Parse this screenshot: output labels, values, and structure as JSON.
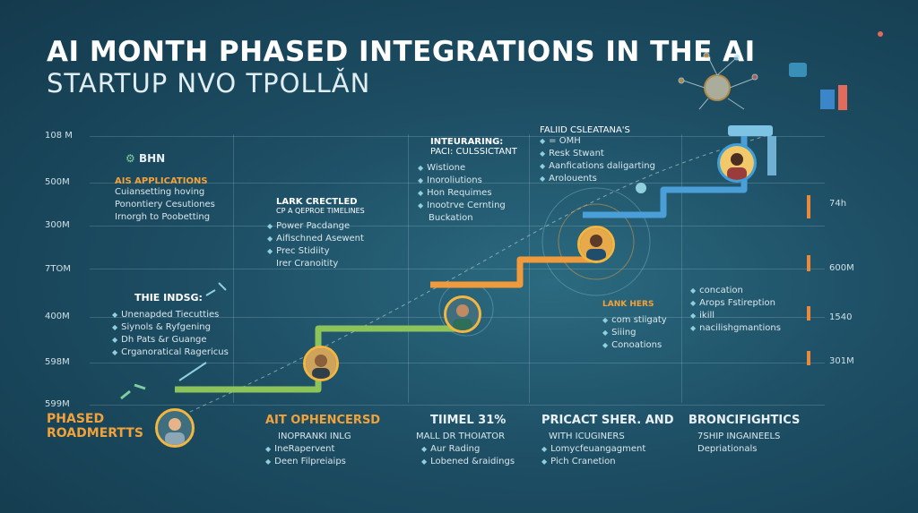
{
  "title": {
    "line1": "AI MONTH PHASED INTEGRATIONS IN THE AI",
    "line2": "STARTUP NVO TPOLLǍN"
  },
  "y_axis": [
    "108 M",
    "500M",
    "300M",
    "7TOM",
    "400M",
    "598M",
    "599M"
  ],
  "right_axis": [
    "74h",
    "600M",
    "1540",
    "301M"
  ],
  "blocks": {
    "bhn": {
      "label": "BHN"
    },
    "ai_apps": {
      "header": "AIS APPLICATIONS",
      "items": [
        "Cuiansetting hoving",
        "Ponontiery Cesutiones",
        "Irnorgh to Poobetting"
      ]
    },
    "lark": {
      "header1": "LARK CRECTLED",
      "header2": "CP A QEPROE TIMELINES",
      "items": [
        "Power Pacdange",
        "Aifischned Asewent",
        "Prec Stidiity",
        "Irer Cranoitity"
      ]
    },
    "integ": {
      "header1": "INTEURARING:",
      "header2": "PACI: CULSSICTANT",
      "items": [
        "Wistione",
        "Inoroliutions",
        "Hon Requimes",
        "Inootrve Cernting",
        "Buckation"
      ]
    },
    "falid": {
      "header": "FALIID CSLEATANA'S",
      "items": [
        "= OMH",
        "Resk Stwant",
        "Aanfications daligarting",
        "Arolouents"
      ]
    },
    "thieindsg": {
      "header": "THIE INDSG:",
      "items": [
        "Unenapded Tiecutties",
        "Siynols & Ryfgening",
        "Dh Pats &r Guange",
        "Crganoratical Ragericus"
      ]
    },
    "lank_hers": {
      "header": "LANK HERS",
      "items": [
        "com stiigaty",
        "Siiing",
        "Conoations"
      ]
    },
    "conc": {
      "items": [
        "concation",
        "Arops Fstireption",
        "ikill",
        "nacilishgmantions"
      ]
    },
    "phased": {
      "line1": "PHASED",
      "line2": "ROADMERTTS"
    },
    "aitoph": {
      "header": "AIT OPHENCERSD",
      "items": [
        "INOPRANKI INLG",
        "IneRapervent",
        "Deen Filpreiaips"
      ]
    },
    "timel": {
      "header": "TIIMEL 31%",
      "sub": "MALL DR THOIATOR",
      "items": [
        "Aur Rading",
        "Lobened &raidings"
      ]
    },
    "pricact": {
      "header": "PRICACT SHER. AND",
      "sub": "WITH ICUGINERS",
      "items": [
        "Lomycfeuangagment",
        "Pich Cranetion"
      ]
    },
    "bron": {
      "header": "BRONCIFIGHTICS",
      "items": [
        "7SHIP INGAINEELS",
        "Depriationals"
      ]
    }
  },
  "colors": {
    "accent_orange": "#f2a23a",
    "green_path": "#8cc35a",
    "orange_path": "#f09a3c",
    "blue_path": "#4a9fd8",
    "background": "#1d4e64"
  },
  "icons": [
    "hub-icon",
    "lightbulb-icon",
    "drone-icon",
    "person-icon",
    "chart-icon",
    "gear-icon",
    "pin-icon",
    "runner-icon",
    "robot-icon"
  ]
}
